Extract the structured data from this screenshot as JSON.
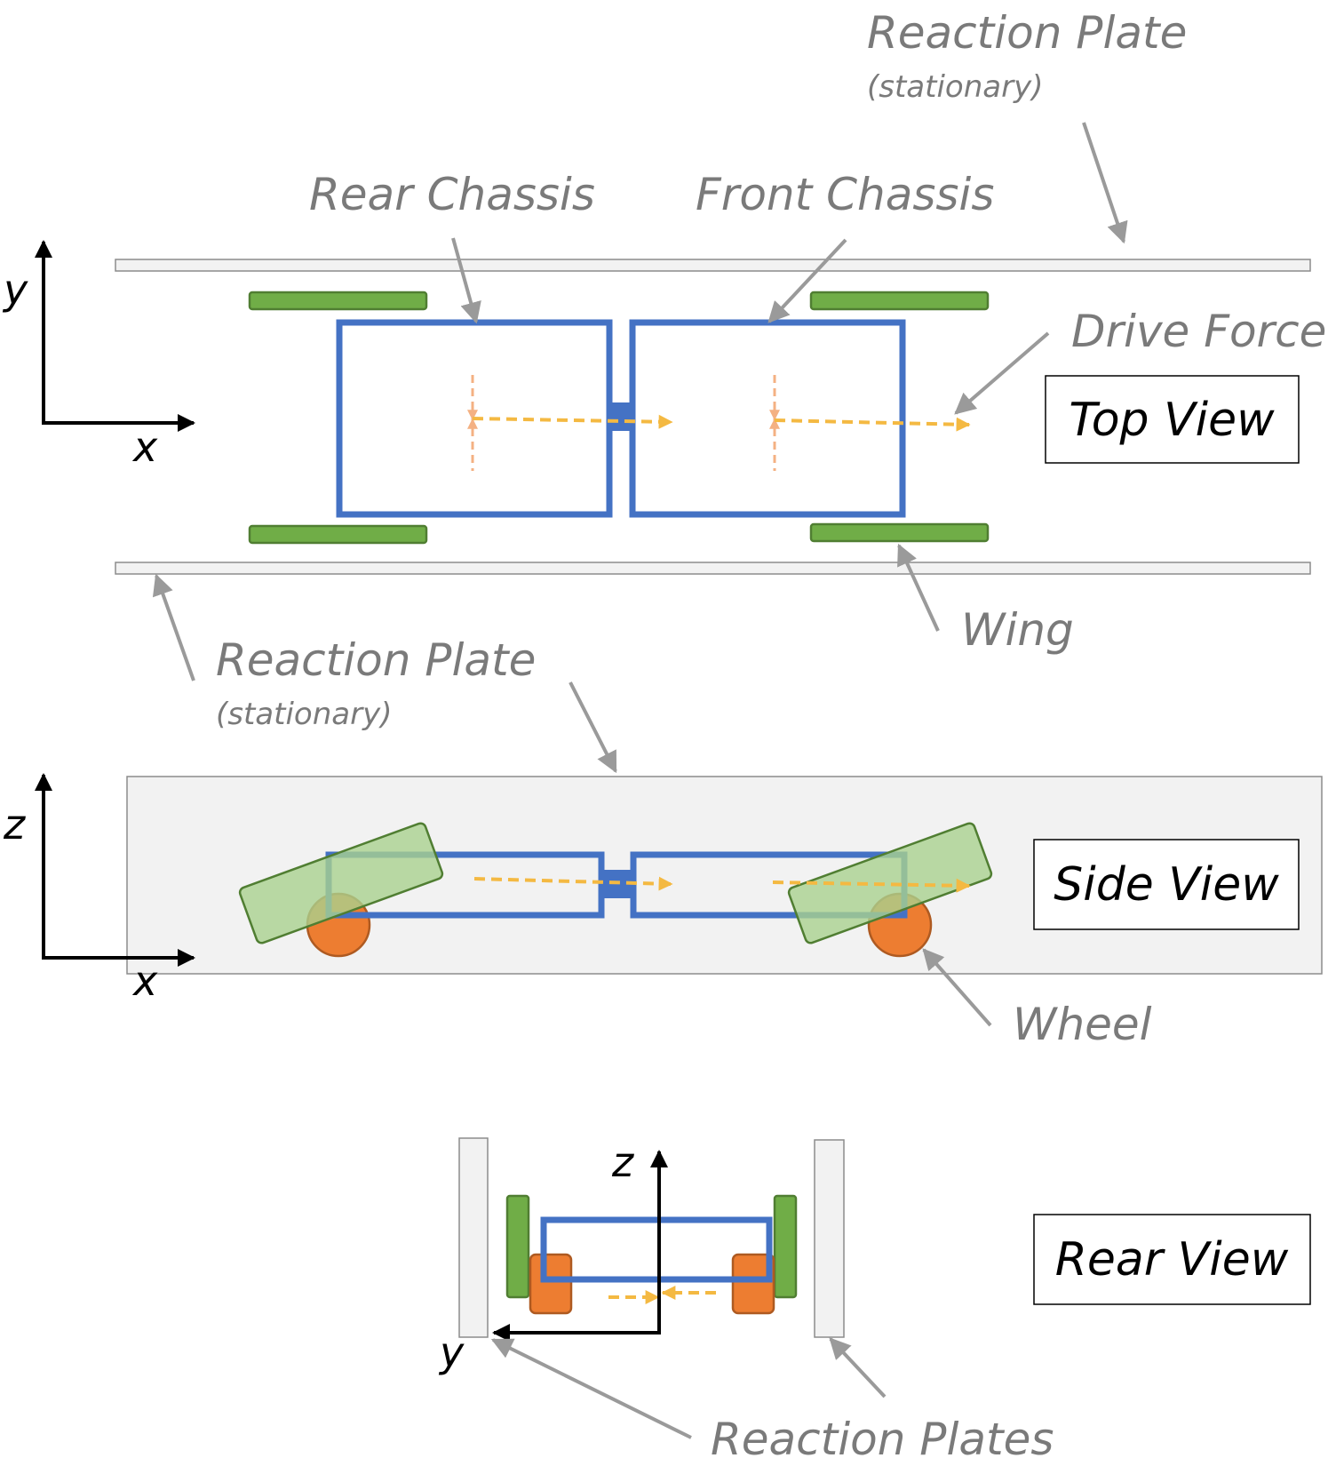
{
  "colors": {
    "chassis": "#4472C4",
    "wing_fill": "#70AD47",
    "wing_stroke": "#507E32",
    "wing_side_fill": "#A9D18E",
    "wheel_fill": "#ED7D31",
    "wheel_stroke": "#AE5A21",
    "drive_force": "#F4B942",
    "lateral_force": "#F4B183",
    "plate_fill": "#F2F2F2",
    "plate_stroke": "#8C8C8C",
    "callout": "#808080",
    "axis": "#000000"
  },
  "callouts": {
    "reaction_plate_top": "Reaction Plate",
    "reaction_plate_top_sub": "(stationary)",
    "rear_chassis": "Rear Chassis",
    "front_chassis": "Front Chassis",
    "drive_force": "Drive Force",
    "wing": "Wing",
    "reaction_plate_side": "Reaction Plate",
    "reaction_plate_side_sub": "(stationary)",
    "wheel": "Wheel",
    "reaction_plates": "Reaction Plates"
  },
  "views": {
    "top": "Top View",
    "side": "Side View",
    "rear": "Rear View"
  },
  "axes": {
    "top": {
      "vertical": "y",
      "horizontal": "x"
    },
    "side": {
      "vertical": "z",
      "horizontal": "x"
    },
    "rear": {
      "vertical": "z",
      "horizontal": "y"
    }
  }
}
